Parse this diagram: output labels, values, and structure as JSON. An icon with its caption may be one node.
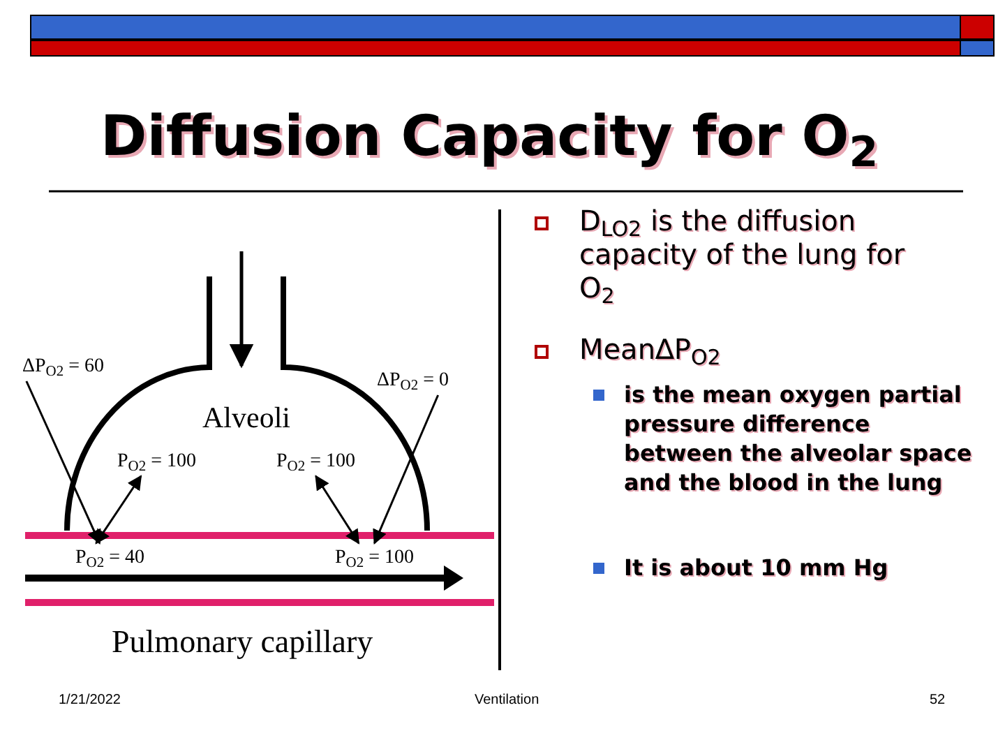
{
  "diagram": {
    "title": "Diffusion Capacity for O$_{2}$",
    "nodes": [
      {
        "text": [
          "ΔP$_{O2}$ = 60"
        ]
      },
      {
        "text": [
          "P$_{O2}$ = 100"
        ]
      },
      {
        "text": [
          "P$_{O2}$ = 40"
        ]
      },
      {
        "text": [
          "ΔP$_{O2}$ = 0"
        ]
      },
      {
        "text": [
          "P$_{O2}$ = 100"
        ]
      },
      {
        "text": [
          "P$_{O2}$ = 100"
        ]
      }
    ],
    "edges": [
      {
        "from": 0,
        "to": 2,
        "arrow": "to"
      },
      {
        "from": 1,
        "to": 2,
        "arrow": "both"
      },
      {
        "from": 3,
        "to": 5,
        "arrow": "to"
      },
      {
        "from": 4,
        "to": 5,
        "arrow": "both"
      }
    ],
    "labels": [
      "Alveoli",
      "Pulmonary capillary",
      "D$_{LO2}$ is the diffusion capacity of the lung for O$_{2}$",
      "Mean∆P$_{O2}$",
      "is the mean oxygen partial pressure difference between the alveolar space and the blood in the lung",
      "It is about 10 mm Hg",
      "1/21/2022",
      "Ventilation",
      "52"
    ]
  }
}
